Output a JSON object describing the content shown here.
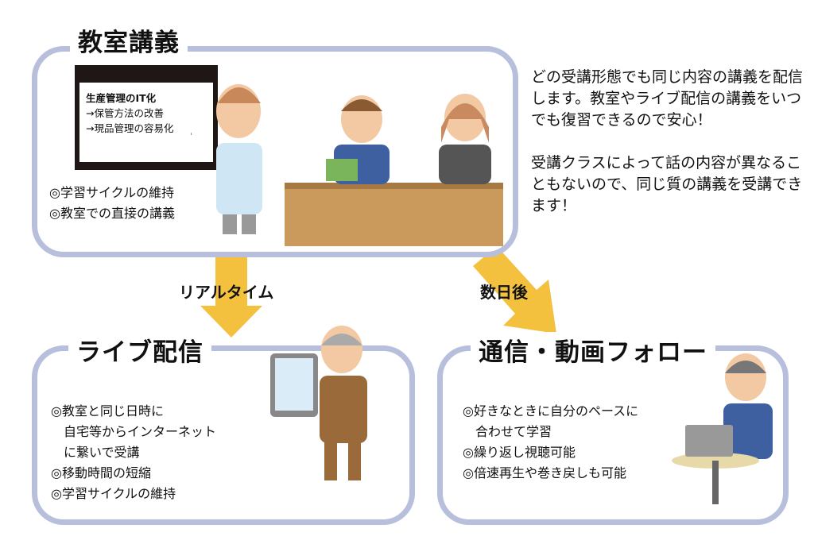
{
  "classroom": {
    "title": "教室講義",
    "board": {
      "heading": "生産管理のIT化",
      "lines": [
        "→保管方法の改善",
        "→現品管理の容易化"
      ]
    },
    "bullets": [
      "◎学習サイクルの維持",
      "◎教室での直接の講義"
    ]
  },
  "description": {
    "para1": "どの受講形態でも同じ内容の講義を配信します。教室やライブ配信の講義をいつでも復習できるので安心！",
    "para2": "受講クラスによって話の内容が異なることもないので、同じ質の講義を受講できます！"
  },
  "arrows": {
    "realtime": "リアルタイム",
    "days_later": "数日後"
  },
  "live": {
    "title": "ライブ配信",
    "bullets": [
      "◎教室と同じ日時に\n　自宅等からインターネット\n　に繋いで受講",
      "◎移動時間の短縮",
      "◎学習サイクルの維持"
    ]
  },
  "ondemand": {
    "title": "通信・動画フォロー",
    "bullets": [
      "◎好きなときに自分のペースに\n　合わせて学習",
      "◎繰り返し視聴可能",
      "◎倍速再生や巻き戻しも可能"
    ]
  },
  "colors": {
    "border": "#b7bfdc",
    "arrow": "#f4c13e"
  }
}
